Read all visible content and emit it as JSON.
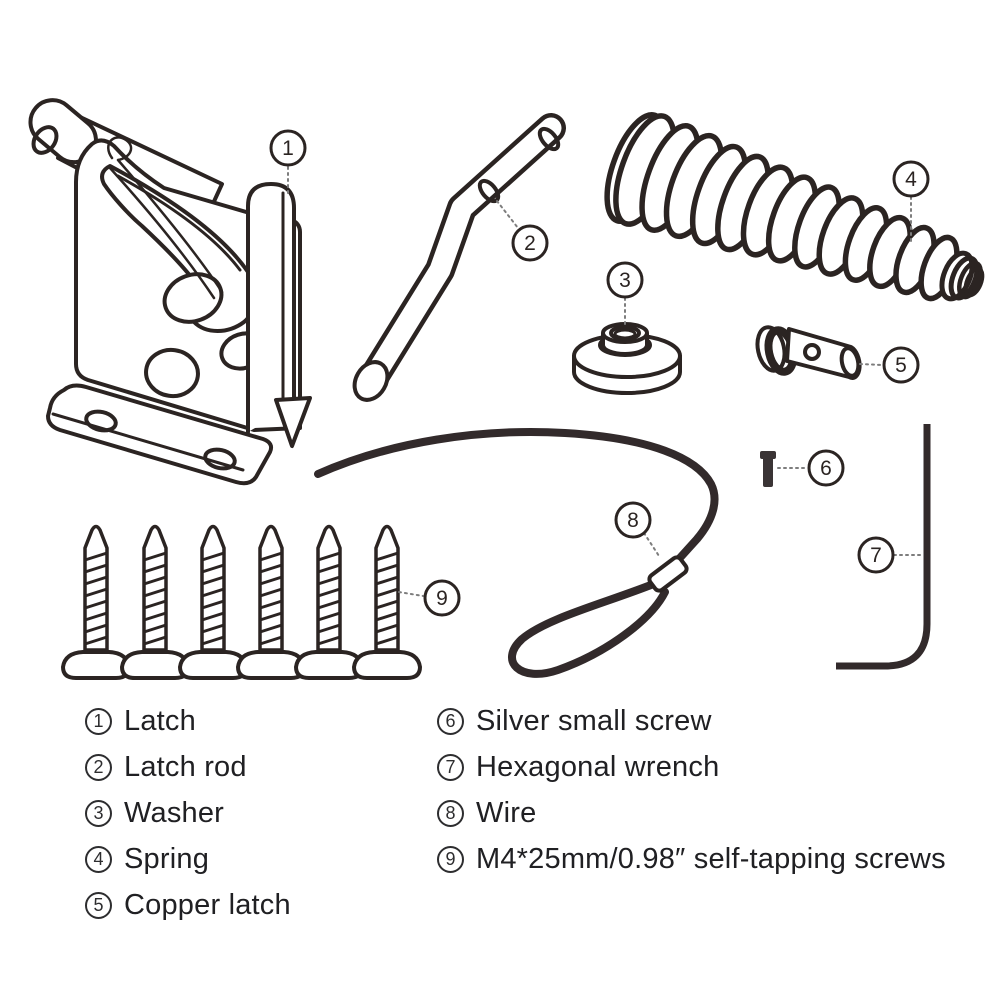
{
  "figure": {
    "background_color": "#ffffff",
    "line_color": "#2b2422",
    "screws_shown": 6
  },
  "parts": [
    {
      "num": "1",
      "label": "Latch"
    },
    {
      "num": "2",
      "label": "Latch rod"
    },
    {
      "num": "3",
      "label": "Washer"
    },
    {
      "num": "4",
      "label": "Spring"
    },
    {
      "num": "5",
      "label": "Copper latch"
    },
    {
      "num": "6",
      "label": "Silver small screw"
    },
    {
      "num": "7",
      "label": "Hexagonal wrench"
    },
    {
      "num": "8",
      "label": "Wire"
    },
    {
      "num": "9",
      "label": "M4*25mm/0.98″ self-tapping screws"
    }
  ]
}
